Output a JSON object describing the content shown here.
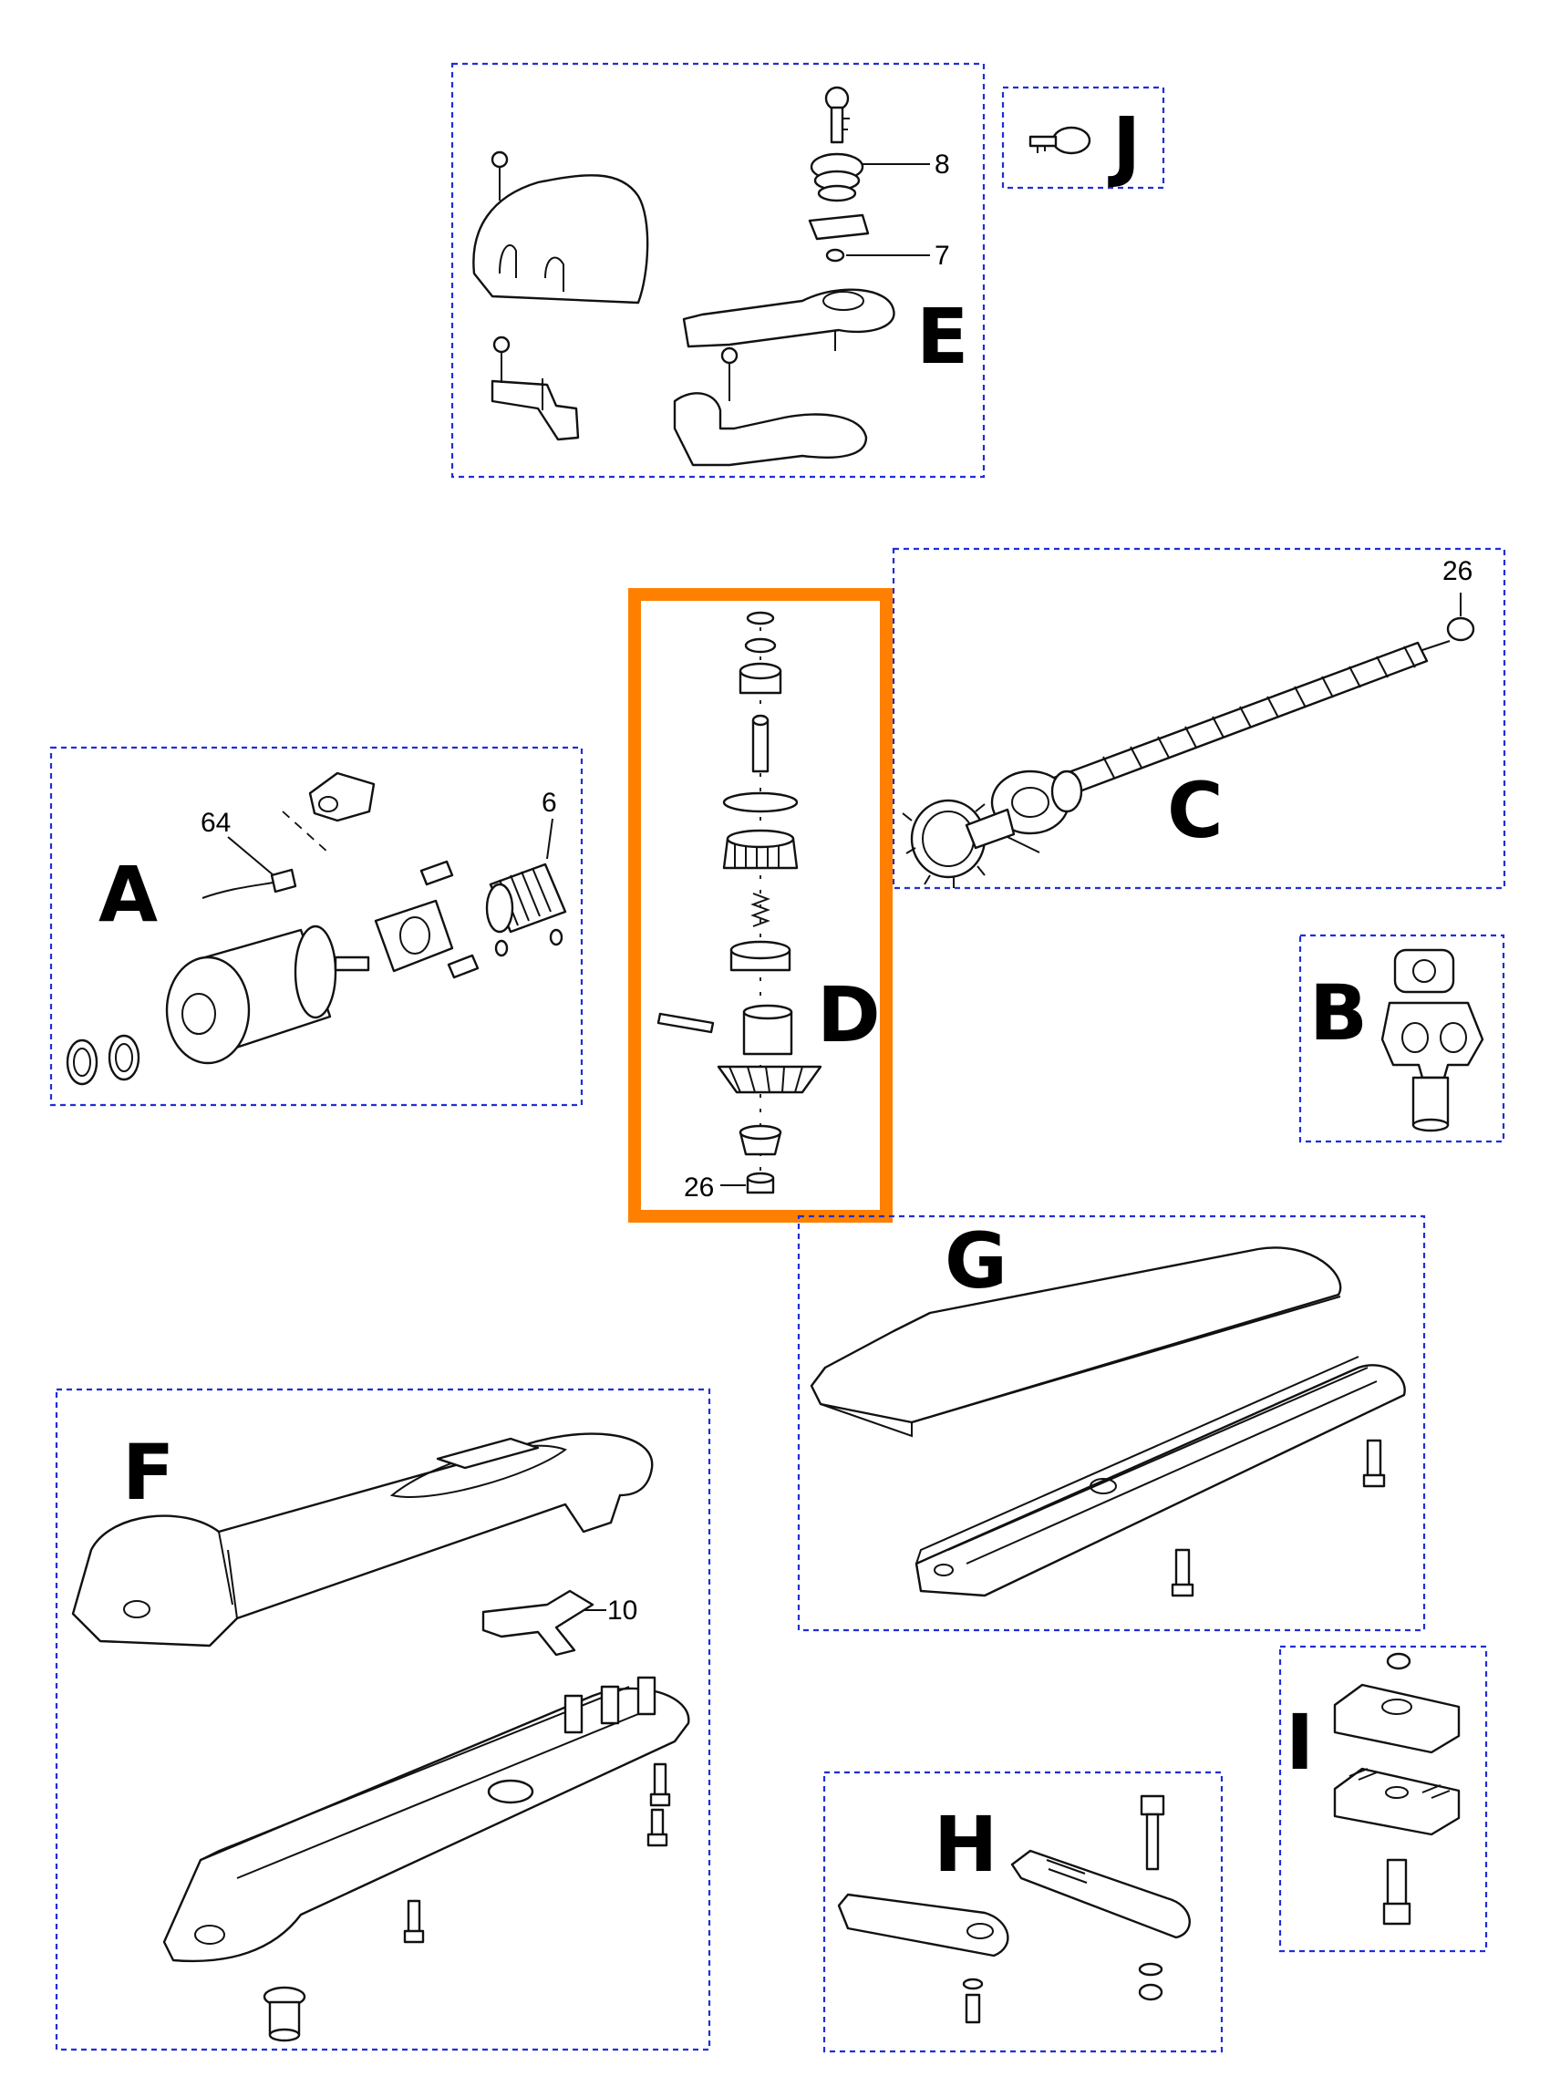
{
  "groups": [
    {
      "id": "A",
      "label": "A",
      "parts": [
        "64",
        "6"
      ]
    },
    {
      "id": "B",
      "label": "B",
      "parts": []
    },
    {
      "id": "C",
      "label": "C",
      "parts": [
        "26"
      ]
    },
    {
      "id": "D",
      "label": "D",
      "parts": [
        "26"
      ],
      "highlight_color": "#ff8000"
    },
    {
      "id": "E",
      "label": "E",
      "parts": [
        "8",
        "7"
      ]
    },
    {
      "id": "F",
      "label": "F",
      "parts": [
        "10"
      ]
    },
    {
      "id": "G",
      "label": "G",
      "parts": []
    },
    {
      "id": "H",
      "label": "H",
      "parts": []
    },
    {
      "id": "I",
      "label": "I",
      "parts": []
    },
    {
      "id": "J",
      "label": "J",
      "parts": []
    }
  ],
  "colors": {
    "group_border": "#1f2fd6",
    "highlight": "#ff8000"
  }
}
